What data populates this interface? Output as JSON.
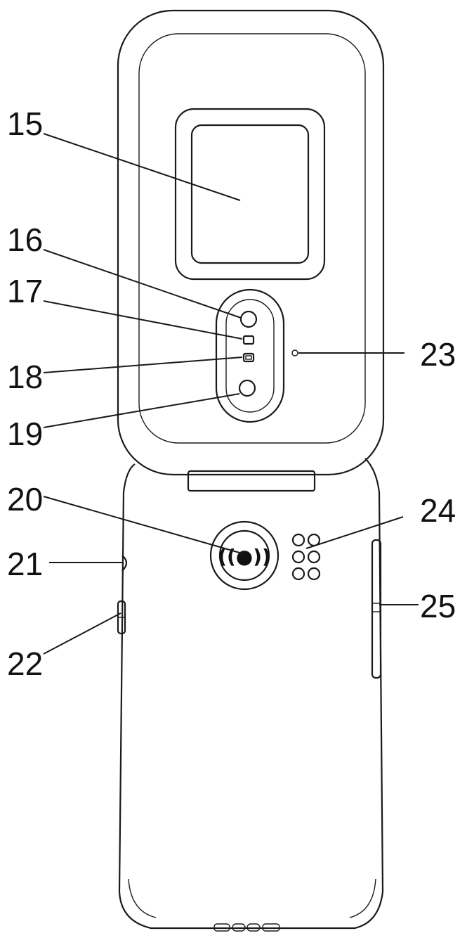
{
  "figure": {
    "callouts": [
      {
        "id": "c15",
        "label": "15",
        "part": "external-display"
      },
      {
        "id": "c16",
        "label": "16",
        "part": "upper-camera"
      },
      {
        "id": "c17",
        "label": "17",
        "part": "upper-sensor"
      },
      {
        "id": "c18",
        "label": "18",
        "part": "flash"
      },
      {
        "id": "c19",
        "label": "19",
        "part": "lower-camera"
      },
      {
        "id": "c20",
        "label": "20",
        "part": "nfc-pad"
      },
      {
        "id": "c21",
        "label": "21",
        "part": "left-port"
      },
      {
        "id": "c22",
        "label": "22",
        "part": "left-button"
      },
      {
        "id": "c23",
        "label": "23",
        "part": "microphone-hole"
      },
      {
        "id": "c24",
        "label": "24",
        "part": "speaker-grille"
      },
      {
        "id": "c25",
        "label": "25",
        "part": "volume-rocker"
      }
    ],
    "nfc_symbol": "((●))"
  }
}
